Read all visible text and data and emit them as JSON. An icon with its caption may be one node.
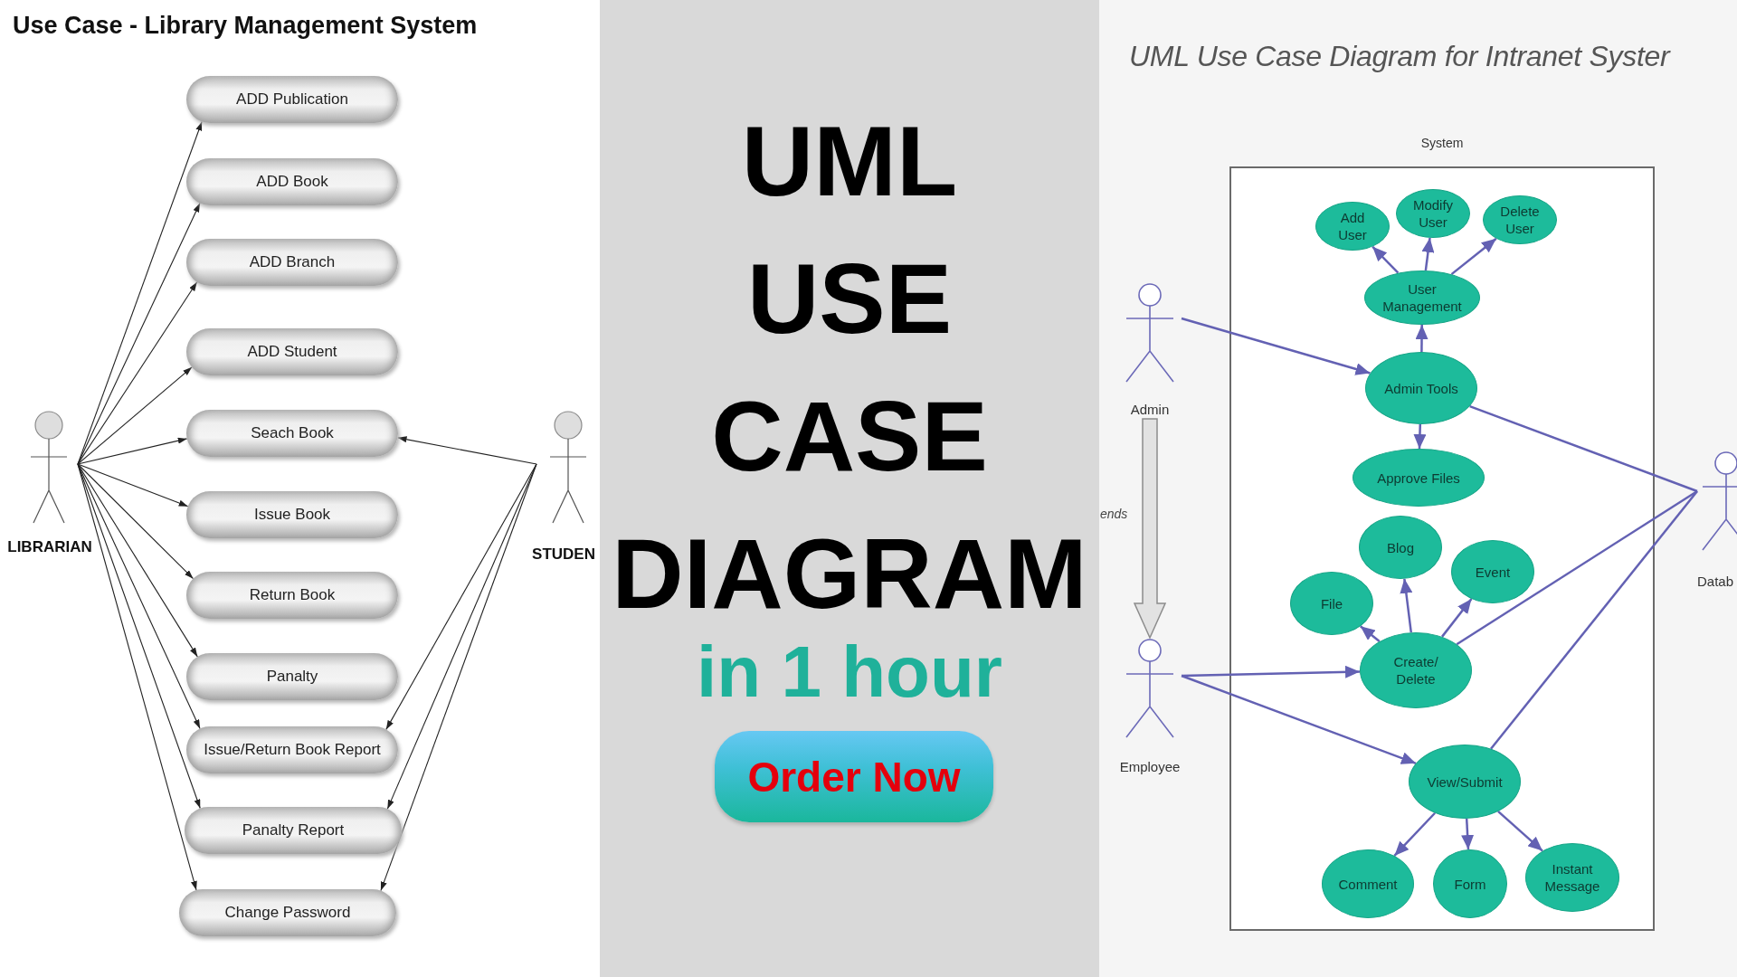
{
  "diagram": {
    "title": "UML USE CASE DIAGRAM",
    "nodes": [
      {
        "text": [],
        "shape": "person",
        "beside": [
          "LIBRARIAN"
        ]
      },
      {
        "text": [
          "ADD Publication"
        ]
      },
      {
        "text": [
          "ADD Book"
        ]
      },
      {
        "text": [
          "ADD Branch"
        ]
      },
      {
        "text": [
          "ADD Student"
        ]
      },
      {
        "text": [
          "Seach Book"
        ]
      },
      {
        "text": [
          "Issue Book"
        ]
      },
      {
        "text": [
          "Return Book"
        ]
      },
      {
        "text": [
          "Panalty"
        ]
      },
      {
        "text": [
          "Issue/Return Book Report"
        ]
      },
      {
        "text": [
          "Panalty Report"
        ]
      },
      {
        "text": [
          "Change Password"
        ]
      },
      {
        "text": [],
        "shape": "person",
        "beside": [
          "STUDEN"
        ]
      },
      {
        "text": [
          "System"
        ]
      },
      {
        "text": [
          "Add User"
        ],
        "in": 13
      },
      {
        "text": [
          "Modify User"
        ],
        "in": 13
      },
      {
        "text": [
          "Delete User"
        ],
        "in": 13
      },
      {
        "text": [
          "User Management"
        ],
        "in": 13
      },
      {
        "text": [
          "Admin Tools"
        ],
        "in": 13
      },
      {
        "text": [
          "Approve Files"
        ],
        "in": 13
      },
      {
        "text": [
          "Blog"
        ],
        "in": 13
      },
      {
        "text": [
          "Event"
        ],
        "in": 13
      },
      {
        "text": [
          "File"
        ],
        "in": 13
      },
      {
        "text": [
          "Create/ Delete"
        ],
        "in": 13
      },
      {
        "text": [
          "View/Submit"
        ],
        "in": 13
      },
      {
        "text": [
          "Comment"
        ],
        "in": 13
      },
      {
        "text": [
          "Form"
        ],
        "in": 13
      },
      {
        "text": [
          "Instant Message"
        ],
        "in": 13
      },
      {
        "text": [],
        "shape": "person",
        "beside": [
          "Admin"
        ]
      },
      {
        "text": [],
        "shape": "person",
        "beside": [
          "Employee"
        ]
      },
      {
        "text": [],
        "shape": "person",
        "beside": [
          "Datab"
        ]
      },
      {
        "text": [
          "Order Now"
        ]
      }
    ],
    "edges": [
      {
        "from": 0,
        "to": 1,
        "arrow": "to",
        "color": "#222222"
      },
      {
        "from": 0,
        "to": 2,
        "arrow": "to",
        "color": "#222222"
      },
      {
        "from": 0,
        "to": 3,
        "arrow": "to",
        "color": "#222222"
      },
      {
        "from": 0,
        "to": 4,
        "arrow": "to",
        "color": "#222222"
      },
      {
        "from": 0,
        "to": 5,
        "arrow": "to",
        "color": "#222222"
      },
      {
        "from": 0,
        "to": 6,
        "arrow": "to",
        "color": "#222222"
      },
      {
        "from": 0,
        "to": 7,
        "arrow": "to",
        "color": "#222222"
      },
      {
        "from": 0,
        "to": 8,
        "arrow": "to",
        "color": "#222222"
      },
      {
        "from": 0,
        "to": 9,
        "arrow": "to",
        "color": "#222222"
      },
      {
        "from": 0,
        "to": 10,
        "arrow": "to",
        "color": "#222222"
      },
      {
        "from": 0,
        "to": 11,
        "arrow": "to",
        "color": "#222222"
      },
      {
        "from": 12,
        "to": 5,
        "arrow": "to",
        "color": "#222222"
      },
      {
        "from": 12,
        "to": 9,
        "arrow": "to",
        "color": "#222222"
      },
      {
        "from": 12,
        "to": 10,
        "arrow": "to",
        "color": "#222222"
      },
      {
        "from": 12,
        "to": 11,
        "arrow": "to",
        "color": "#222222"
      },
      {
        "from": 28,
        "to": 18,
        "arrow": "to"
      },
      {
        "from": 18,
        "to": 17,
        "arrow": "to"
      },
      {
        "from": 17,
        "to": 14,
        "arrow": "to"
      },
      {
        "from": 17,
        "to": 15,
        "arrow": "to"
      },
      {
        "from": 17,
        "to": 16,
        "arrow": "to"
      },
      {
        "from": 18,
        "to": 19,
        "arrow": "to"
      },
      {
        "from": 30,
        "to": 18,
        "arrow": "none"
      },
      {
        "from": 29,
        "to": 23,
        "arrow": "to"
      },
      {
        "from": 29,
        "to": 24,
        "arrow": "to"
      },
      {
        "from": 23,
        "to": 22,
        "arrow": "to"
      },
      {
        "from": 23,
        "to": 20,
        "arrow": "to"
      },
      {
        "from": 23,
        "to": 21,
        "arrow": "to"
      },
      {
        "from": 30,
        "to": 23,
        "arrow": "none"
      },
      {
        "from": 30,
        "to": 24,
        "arrow": "none"
      },
      {
        "from": 24,
        "to": 25,
        "arrow": "to"
      },
      {
        "from": 24,
        "to": 26,
        "arrow": "to"
      },
      {
        "from": 24,
        "to": 27,
        "arrow": "to"
      },
      {
        "from": 28,
        "to": 29,
        "arrow": "to",
        "style": "thick",
        "color": "#e2e2e2"
      }
    ],
    "labels": [
      "Use Case - Library Management System",
      "in 1 hour",
      "UML Use Case Diagram for Intranet Syster",
      "ends"
    ]
  }
}
